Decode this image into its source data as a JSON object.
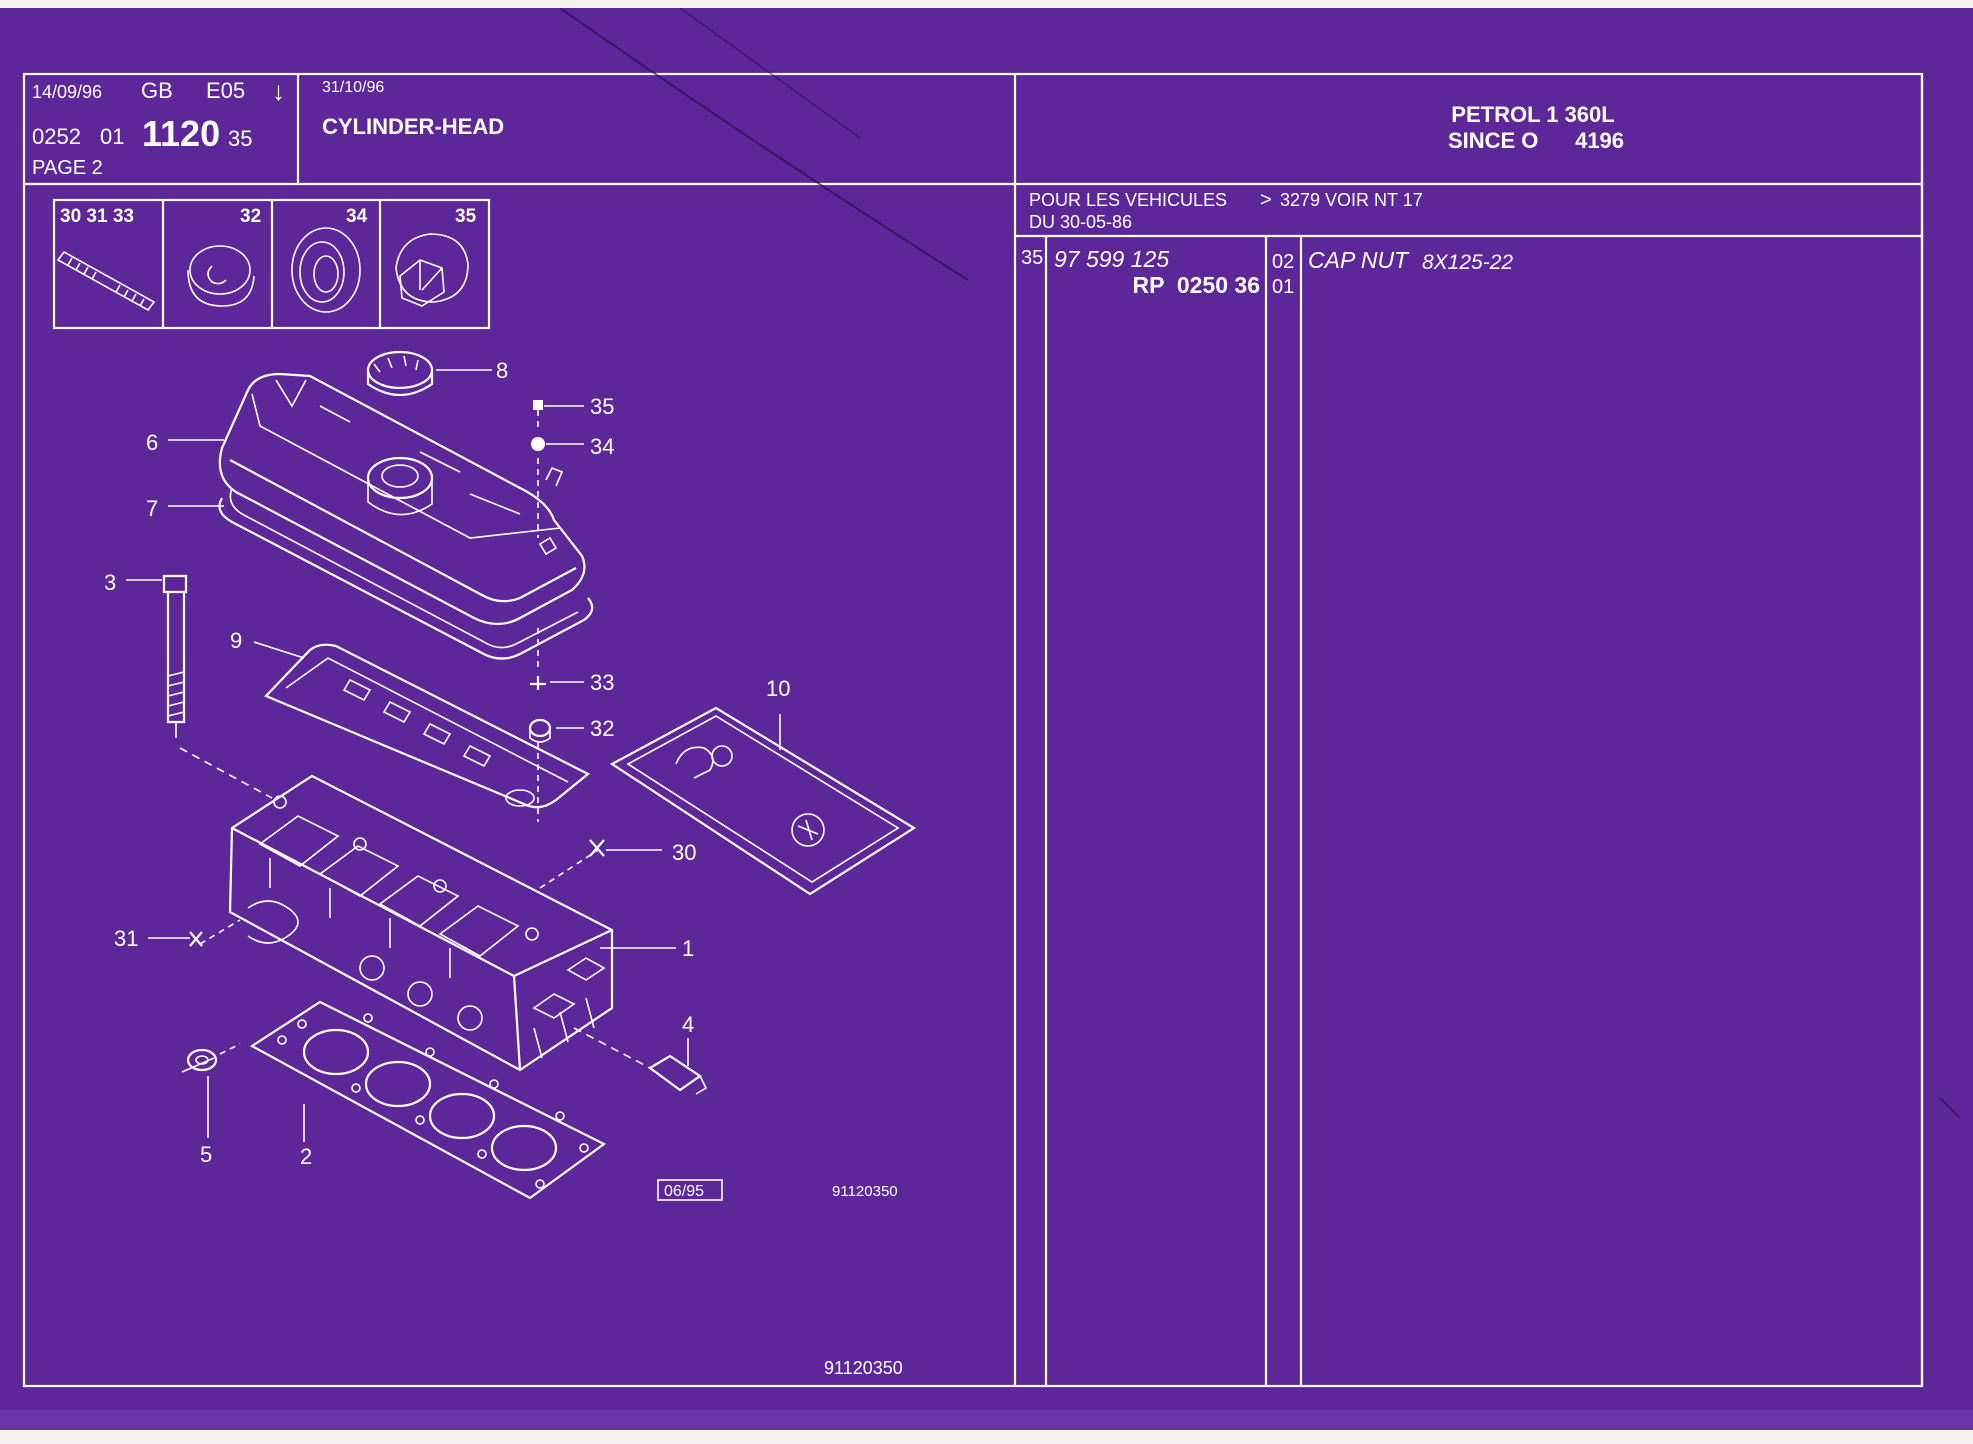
{
  "header": {
    "date": "14/09/96",
    "lang": "GB",
    "edition": "E05",
    "down_arrow": "↓",
    "update_date": "31/10/96",
    "ref_prefix": "0252",
    "ref_sub": "01",
    "ref_main": "1120",
    "ref_suffix": "35",
    "page": "PAGE 2",
    "title": "CYLINDER-HEAD",
    "engine_line1": "PETROL 1 360L",
    "engine_line2": "SINCE O      4196"
  },
  "note": {
    "line1_a": "POUR LES VEHICULES",
    "line1_gt": ">",
    "line1_b": "3279 VOIR NT 17",
    "line2": "DU 30-05-86"
  },
  "parts_table": {
    "rows": [
      {
        "item": "35",
        "part_no": "97 599 125",
        "alt_part_no": "RP  0250 36",
        "qty": "02",
        "qty2": "01",
        "description": "CAP NUT",
        "spec": "8X125-22"
      }
    ]
  },
  "mini_parts": [
    {
      "labels": "30 31 33",
      "icon": "stud-icon"
    },
    {
      "labels": "32",
      "icon": "bush-icon"
    },
    {
      "labels": "34",
      "icon": "washer-icon"
    },
    {
      "labels": "35",
      "icon": "cap-nut-icon"
    }
  ],
  "callouts": {
    "c1": "1",
    "c2": "2",
    "c3": "3",
    "c4": "4",
    "c5": "5",
    "c6": "6",
    "c7": "7",
    "c8": "8",
    "c9": "9",
    "c10": "10",
    "c30": "30",
    "c31": "31",
    "c32": "32",
    "c33": "33",
    "c34": "34",
    "c35": "35"
  },
  "footer": {
    "revision": "06/95",
    "drawing_no": "91120350",
    "sheet_no": "91120350"
  },
  "colors": {
    "background": "#5d279a",
    "lines": "#ffffff"
  }
}
